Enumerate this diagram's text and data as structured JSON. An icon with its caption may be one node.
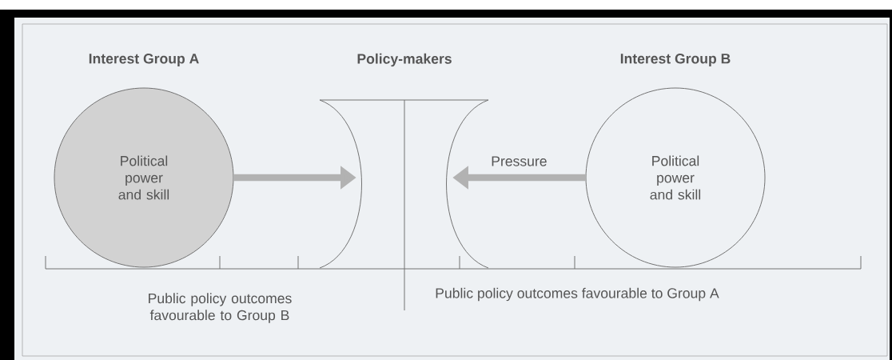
{
  "diagram": {
    "nodes": [
      {
        "text": [
          "Interest Group A",
          "Political power and skill"
        ]
      },
      {
        "text": [
          "Policy-makers"
        ]
      },
      {
        "text": [
          "Interest Group B",
          "Political power and skill"
        ]
      }
    ],
    "edges": [
      {
        "from": 0,
        "to": 1,
        "arrow": "to"
      },
      {
        "from": 2,
        "to": 1,
        "arrow": "to",
        "label": "Pressure"
      }
    ],
    "labels": [
      "Public policy outcomes favourable to Group B",
      "Public policy outcomes favourable to Group A"
    ]
  }
}
